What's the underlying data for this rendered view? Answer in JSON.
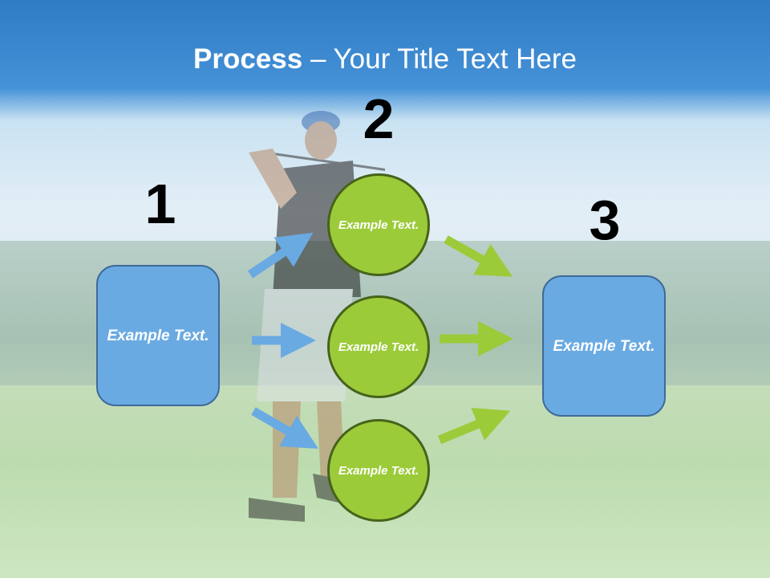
{
  "slide": {
    "title_bold": "Process",
    "title_rest": " – Your Title Text Here",
    "numbers": [
      "1",
      "2",
      "3"
    ],
    "left_box": "Example Text.",
    "right_box": "Example Text.",
    "circles": [
      "Example Text.",
      "Example Text.",
      "Example Text."
    ]
  },
  "colors": {
    "box_fill": "#6aaae2",
    "circle_fill": "#9ccb3a",
    "blue_arrow": "#6aaae2",
    "green_arrow": "#9ccb3a"
  }
}
